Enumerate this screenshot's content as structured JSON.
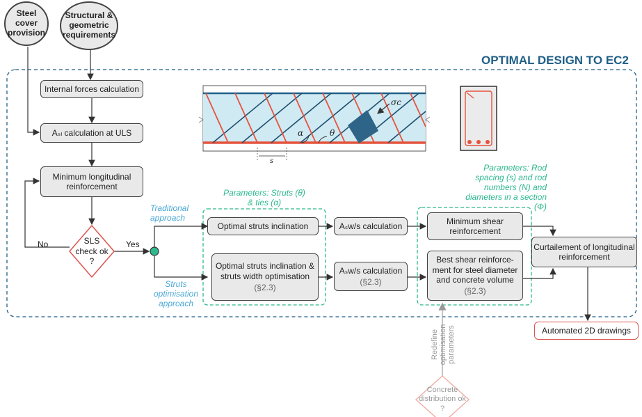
{
  "title": "OPTIMAL DESIGN TO EC2",
  "inputs": {
    "steel_cover": "Steel cover provision",
    "structural": "Structural & geometric requirements"
  },
  "left_chain": {
    "internal_forces": "Internal forces calculation",
    "ad_calc": "Aₛₗ calculation at ULS",
    "min_long": "Minimum longitudinal reinforcement",
    "sls": "SLS check ok ?",
    "no": "No",
    "yes": "Yes"
  },
  "approaches": {
    "traditional": "Traditional approach",
    "struts_opt": "Struts optimisation approach"
  },
  "params1": {
    "title": "Parameters: Struts (θ) & ties (α)",
    "box1": "Optimal struts inclination",
    "box2": "Optimal struts inclination & struts width optimisation",
    "box2_ref": "(§2.3)"
  },
  "asw": {
    "calc1": "Aₛw/s calculation",
    "calc2": "Aₛw/s calculation",
    "calc2_ref": "(§2.3)"
  },
  "params2": {
    "title": "Parameters: Rod spacing (s) and rod numbers (N) and diameters in a section (Φ)",
    "min_shear": "Minimum shear reinforcement",
    "best_shear": "Best shear reinforce-ment for steel diameter and concrete volume",
    "best_shear_ref": "(§2.3)"
  },
  "curtailment": "Curtailement of longitudinal reinforcement",
  "drawings": "Automated 2D drawings",
  "redefine": "Redefine optimisation parameters",
  "concrete": "Concrete distribution ok ?",
  "beam_labels": {
    "sigma": "σc",
    "alpha": "α",
    "theta": "θ",
    "s": "s"
  },
  "colors": {
    "title": "#1f5f87",
    "red": "#e5533d",
    "green": "#2db88e",
    "blue_text": "#4aa8d6",
    "box_fill": "#e9e9e9"
  }
}
